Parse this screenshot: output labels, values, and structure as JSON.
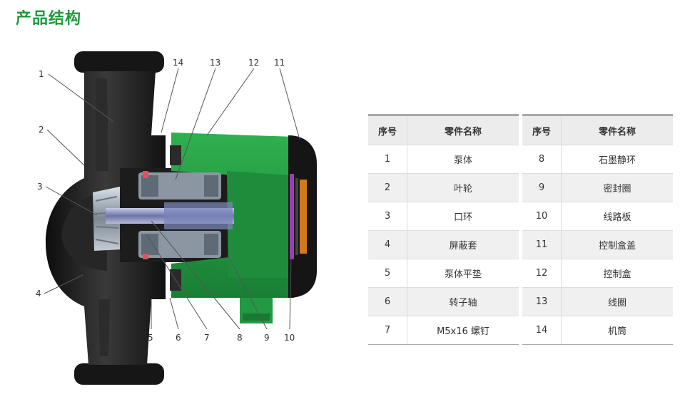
{
  "title": "产品结构",
  "colors": {
    "title": "#1f9a3c",
    "pump_body": "#1a1a1a",
    "control_box": "#27a046",
    "leader": "#555555"
  },
  "callouts": [
    "1",
    "2",
    "3",
    "4",
    "5",
    "6",
    "7",
    "8",
    "9",
    "10",
    "11",
    "12",
    "13",
    "14"
  ],
  "table": {
    "headers": {
      "index": "序号",
      "name": "零件名称"
    },
    "left_rows": [
      {
        "index": "1",
        "name": "泵体"
      },
      {
        "index": "2",
        "name": "叶轮"
      },
      {
        "index": "3",
        "name": "口环"
      },
      {
        "index": "4",
        "name": "屏蔽套"
      },
      {
        "index": "5",
        "name": "泵体平垫"
      },
      {
        "index": "6",
        "name": "转子轴"
      },
      {
        "index": "7",
        "name": "M5x16 螺钉"
      }
    ],
    "right_rows": [
      {
        "index": "8",
        "name": "石墨静环"
      },
      {
        "index": "9",
        "name": "密封圈"
      },
      {
        "index": "10",
        "name": "线路板"
      },
      {
        "index": "11",
        "name": "控制盒盖"
      },
      {
        "index": "12",
        "name": "控制盒"
      },
      {
        "index": "13",
        "name": "线圈"
      },
      {
        "index": "14",
        "name": "机筒"
      }
    ]
  }
}
